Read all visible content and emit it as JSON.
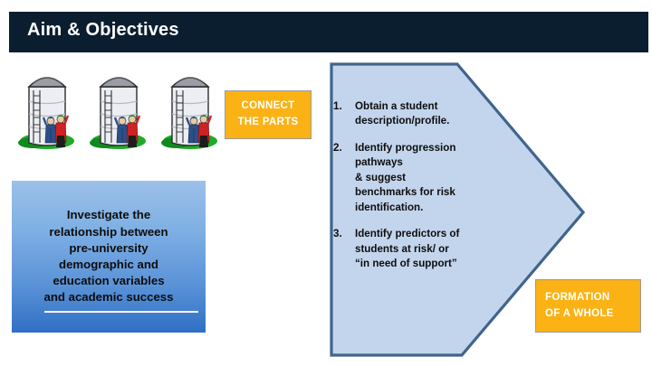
{
  "slide": {
    "title": "Aim & Objectives",
    "background_color": "#ffffff",
    "title_bar_color": "#0b1e30",
    "title_text_color": "#ffffff"
  },
  "illustration": {
    "name": "grain-silos",
    "count": 3,
    "description": "three grain silos with workers"
  },
  "connect_box": {
    "line1": "CONNECT",
    "line2": "THE PARTS",
    "fill_color": "#fbb215",
    "text_color": "#ffffff"
  },
  "aim_box": {
    "text": "Investigate the\nrelationship between\npre-university\ndemographic and\neducation variables\nand academic success",
    "gradient_from": "#9cc0e8",
    "gradient_to": "#2f6fc4",
    "text_color": "#0d0d0d"
  },
  "objectives": {
    "shape_fill": "#c3d5ed",
    "shape_stroke": "#41648c",
    "items": [
      {
        "number": "1.",
        "text": "Obtain a student\ndescription/profile."
      },
      {
        "number": "2.",
        "text": "Identify progression\npathways\n& suggest\nbenchmarks for risk\nidentification."
      },
      {
        "number": "3.",
        "text": "Identify predictors of\nstudents at risk/ or\n“in need of support”"
      }
    ]
  },
  "formation_box": {
    "line1": "FORMATION",
    "line2": "OF A WHOLE",
    "fill_color": "#fbb215",
    "text_color": "#ffffff"
  }
}
